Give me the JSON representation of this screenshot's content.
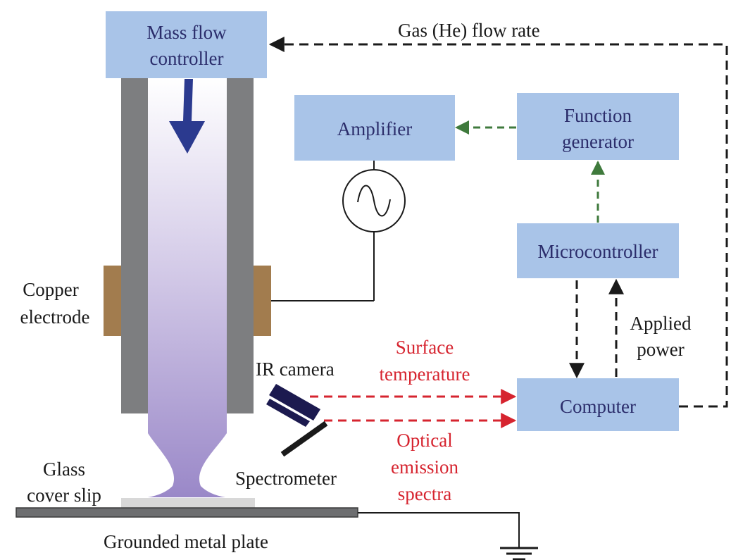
{
  "boxes": {
    "mass_flow_line1": "Mass flow",
    "mass_flow_line2": "controller",
    "amplifier": "Amplifier",
    "function_gen_line1": "Function",
    "function_gen_line2": "generator",
    "microcontroller": "Microcontroller",
    "computer": "Computer"
  },
  "labels": {
    "gas_flow_rate": "Gas (He) flow rate",
    "copper_line1": "Copper",
    "copper_line2": "electrode",
    "ir_camera": "IR camera",
    "spectrometer": "Spectrometer",
    "glass_line1": "Glass",
    "glass_line2": "cover slip",
    "grounded_plate": "Grounded metal plate",
    "applied_line1": "Applied",
    "applied_line2": "power",
    "surface_line1": "Surface",
    "surface_line2": "temperature",
    "optical_line1": "Optical",
    "optical_line2": "emission",
    "optical_line3": "spectra"
  },
  "colors": {
    "box_fill": "#a9c4e8",
    "tube_wall": "#7d7e80",
    "electrode": "#a27c4e",
    "plasma_top": "#ffffff",
    "plasma_bottom": "#9a88c8",
    "arrow_blue": "#2b3a8f",
    "signal_red": "#d6242f",
    "signal_green": "#3f7a3c",
    "line_black": "#1a1a1a"
  },
  "icons": [
    "down-arrow-icon",
    "ac-source-icon",
    "ground-icon",
    "ir-camera-icon",
    "spectrometer-icon"
  ]
}
